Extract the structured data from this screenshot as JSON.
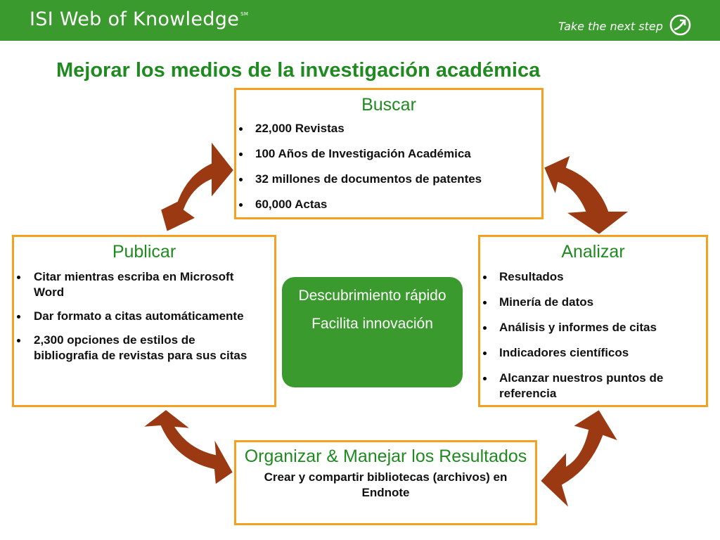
{
  "header": {
    "brand": "ISI Web of Knowledge",
    "brand_mark": "SM",
    "tagline": "Take the next step",
    "tagline_icon": "arrow-circle-icon"
  },
  "title": "Mejorar los medios de la investigación académica",
  "colors": {
    "header_green": "#3a9a2e",
    "title_green": "#1f8a1f",
    "box_border": "#f5a020",
    "arrow": "#9b3a12"
  },
  "boxes": {
    "buscar": {
      "title": "Buscar",
      "items": [
        "22,000 Revistas",
        "100 Años de Investigación Académica",
        "32 millones de documentos de patentes",
        "60,000 Actas"
      ]
    },
    "publicar": {
      "title": "Publicar",
      "items": [
        "Citar mientras escriba en Microsoft Word",
        "Dar formato a citas automáticamente",
        "2,300 opciones de estilos de bibliografia de revistas para sus citas"
      ]
    },
    "analizar": {
      "title": "Analizar",
      "items": [
        "Resultados",
        "Minería de datos",
        "Análisis y informes de citas",
        "Indicadores científicos",
        "Alcanzar nuestros puntos de referencia"
      ]
    },
    "organizar": {
      "title": "Organizar & Manejar los Resultados",
      "subtitle": "Crear y compartir bibliotecas (archivos) en Endnote"
    }
  },
  "center": {
    "line1": "Descubrimiento rápido",
    "line2": "Facilita innovación"
  }
}
